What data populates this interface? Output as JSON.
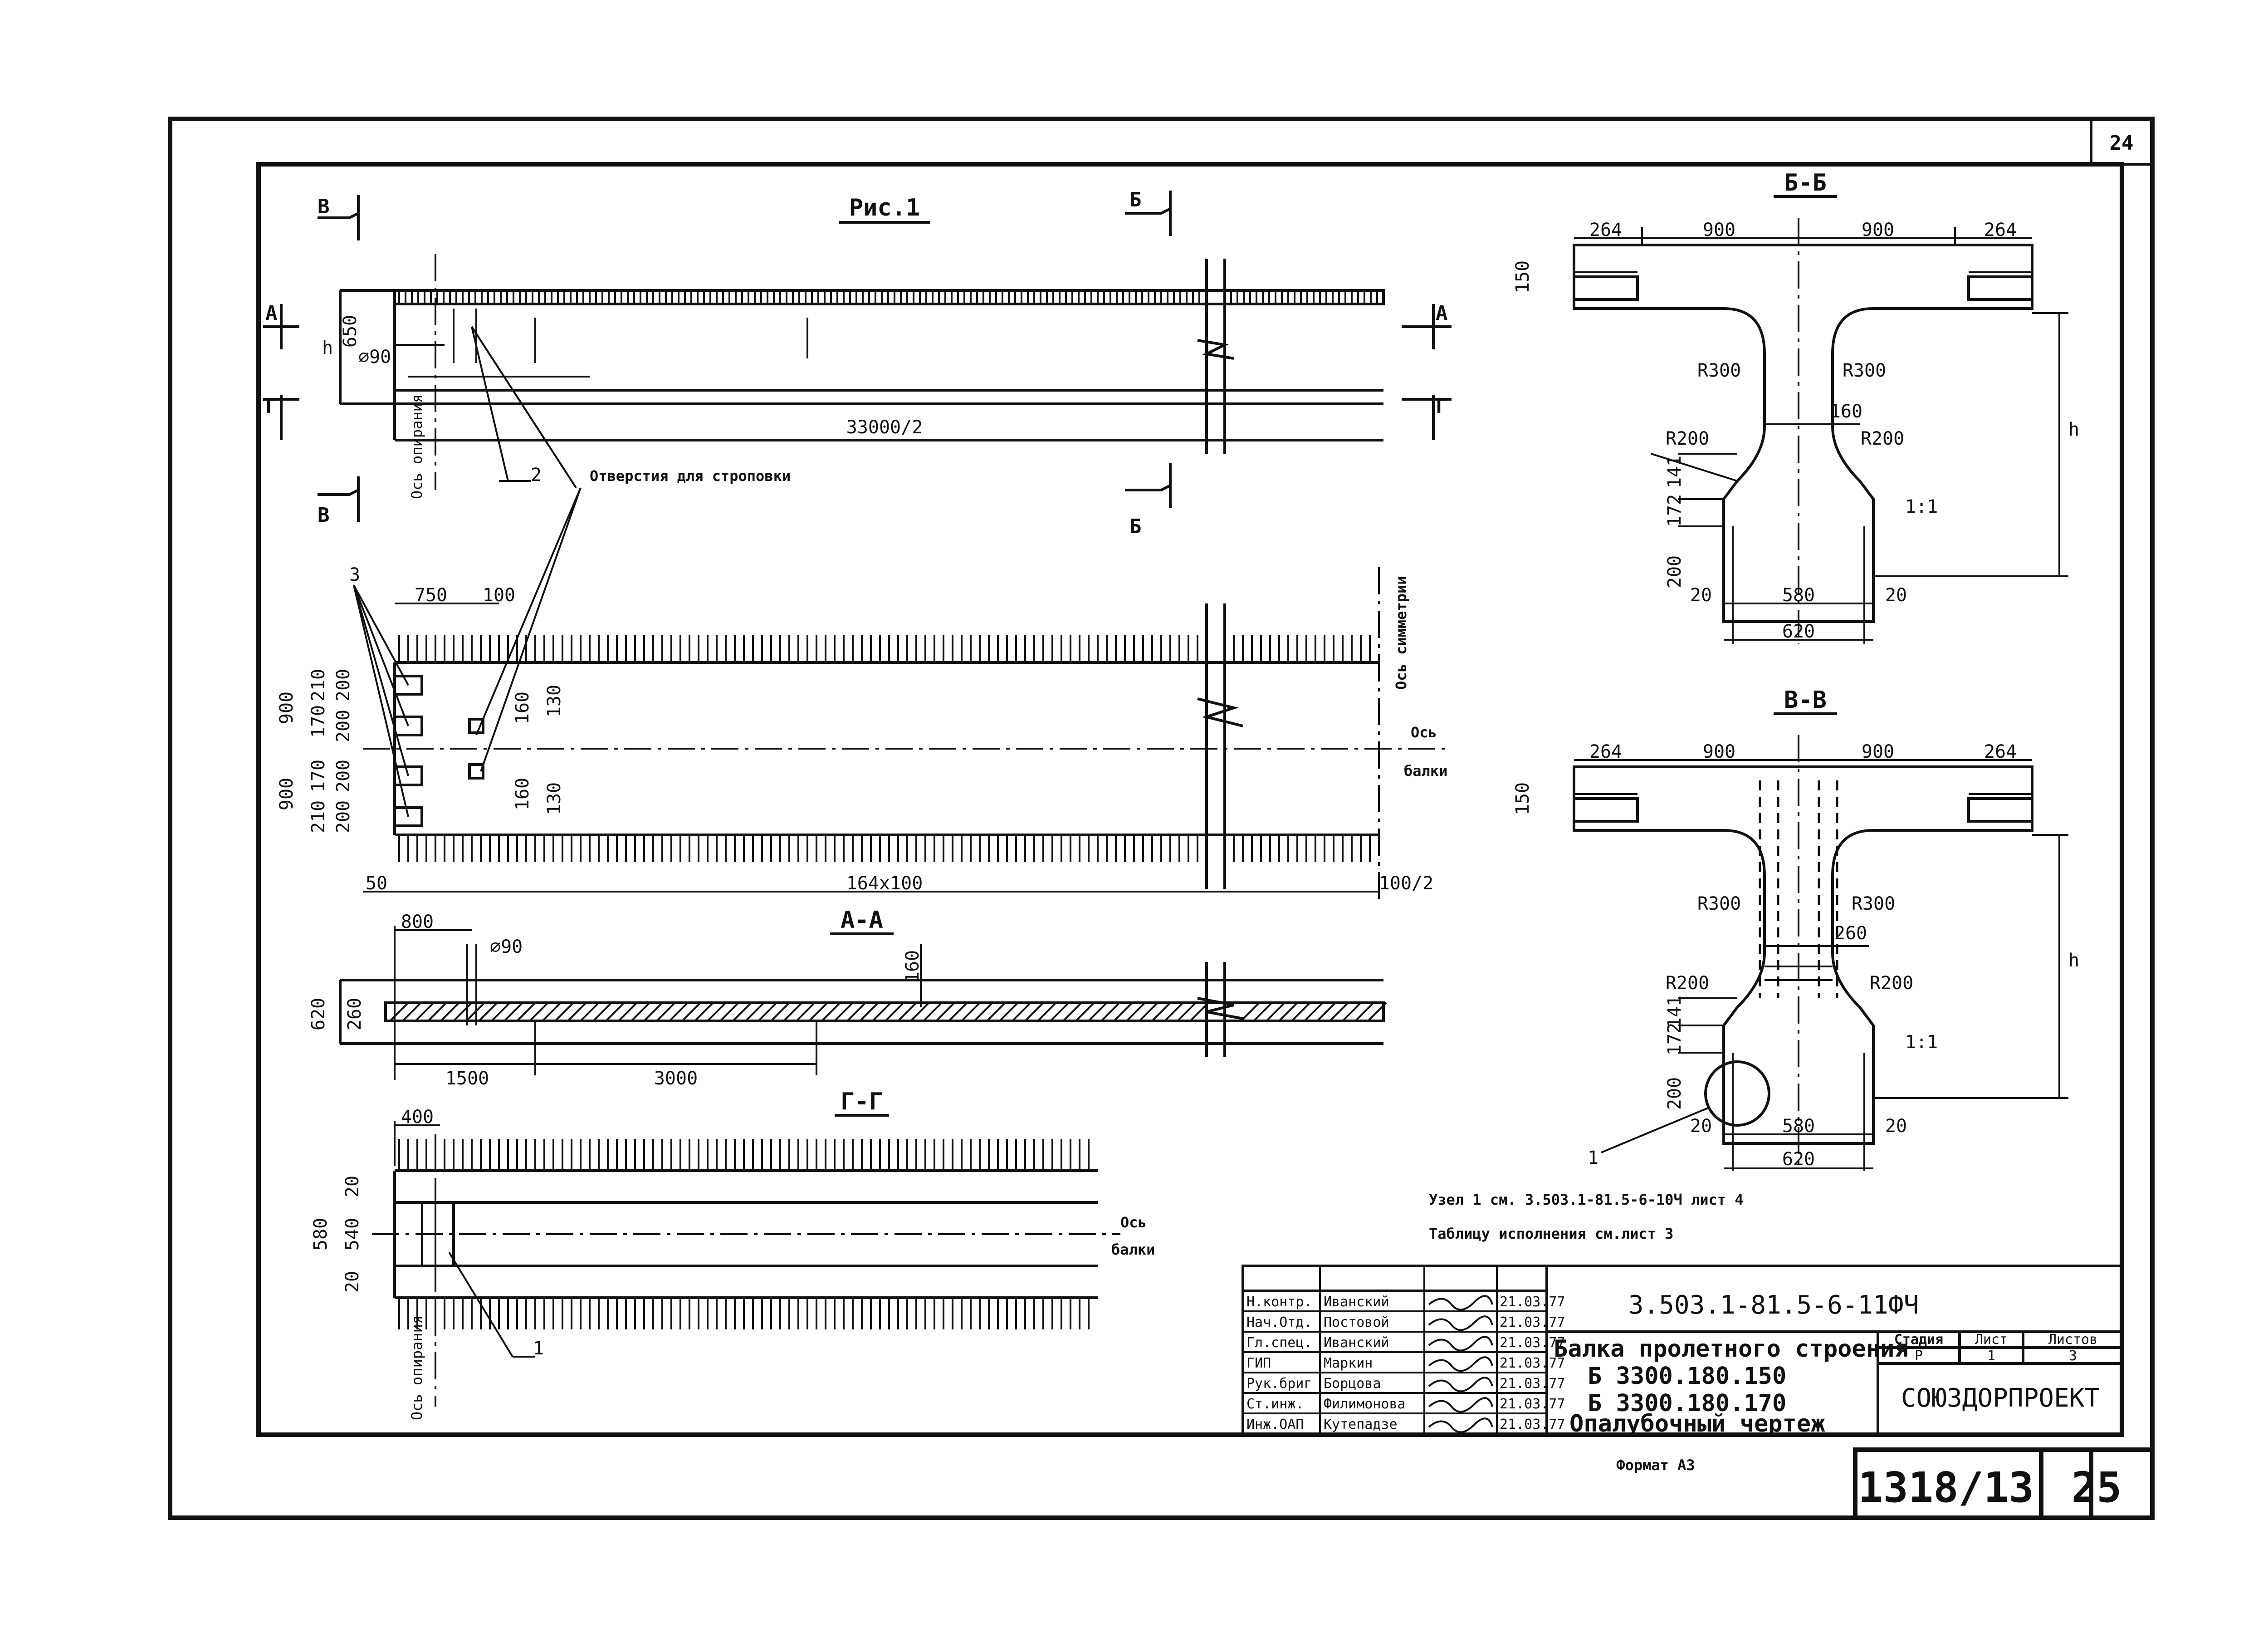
{
  "sheet_top_number": "24",
  "sheet_bottom_number": "25",
  "inventory_number": "1318/13",
  "format": "Формат A3",
  "figure_title": "Рис.1",
  "section_labels": {
    "bb": "Б-Б",
    "vv": "В-В",
    "aa": "А-А",
    "gg": "Г-Г",
    "cut_B": "Б",
    "cut_V": "В",
    "cut_A": "А",
    "cut_G": "Г"
  },
  "annotations": {
    "holes": "Отверстия для строповки",
    "support_axis": "Ось опирания",
    "symmetry_axis": "Ось симметрии",
    "beam_axis_1": "Ось",
    "beam_axis_2": "балки",
    "callout_1": "1",
    "callout_2": "2",
    "callout_3": "3",
    "h": "h",
    "node_note": "Узел 1 см. 3.503.1-81.5-6-10Ч лист 4",
    "table_note": "Таблицу исполнения см.лист 3"
  },
  "dimensions": {
    "elev": {
      "d650": "650",
      "dia90": "⌀90",
      "span": "33000/2"
    },
    "plan": {
      "d750": "750",
      "d100": "100",
      "d900a": "900",
      "d900b": "900",
      "d210a": "210",
      "d200a": "200",
      "d170a": "170",
      "d200b": "200",
      "d170b": "170",
      "d200c": "200",
      "d210b": "210",
      "d200d": "200",
      "d160a": "160",
      "d130a": "130",
      "d160b": "160",
      "d130b": "130",
      "d50": "50",
      "spacing": "164x100",
      "half": "100/2"
    },
    "aa": {
      "d800": "800",
      "dia90": "⌀90",
      "d620": "620",
      "d260": "260",
      "d160": "160",
      "d1500": "1500",
      "d3000": "3000"
    },
    "gg": {
      "d400": "400",
      "d20a": "20",
      "d580": "580",
      "d540": "540",
      "d20b": "20"
    },
    "bb": {
      "d264a": "264",
      "d900a": "900",
      "d900b": "900",
      "d264b": "264",
      "d150": "150",
      "r300a": "R300",
      "r300b": "R300",
      "d160": "160",
      "r200a": "R200",
      "r200b": "R200",
      "d141": "141",
      "d172": "172",
      "d200": "200",
      "d20a": "20",
      "d580": "580",
      "d20b": "20",
      "d620": "620",
      "slope": "1:1"
    },
    "vv": {
      "d264a": "264",
      "d900a": "900",
      "d900b": "900",
      "d264b": "264",
      "d150": "150",
      "r300a": "R300",
      "r300b": "R300",
      "d260": "260",
      "r200a": "R200",
      "r200b": "R200",
      "d141": "141",
      "d172": "172",
      "d200": "200",
      "d20a": "20",
      "d580": "580",
      "d20b": "20",
      "d620": "620",
      "slope": "1:1"
    }
  },
  "title_block": {
    "doc_code": "3.503.1-81.5-6-11ФЧ",
    "title_lines": [
      "Балка пролетного строения",
      "Б 3300.180.150",
      "Б 3300.180.170",
      "Опалубочный чертеж"
    ],
    "stage_header": "Стадия",
    "sheet_header": "Лист",
    "sheets_header": "Листов",
    "stage": "Р",
    "sheet": "1",
    "sheets": "3",
    "org": "СОЮЗДОРПРОЕКТ",
    "rows": [
      {
        "role": "Н.контр.",
        "name": "Иванский",
        "date": "21.03.77"
      },
      {
        "role": "Нач.Отд.",
        "name": "Постовой",
        "date": "21.03.77"
      },
      {
        "role": "Гл.спец.",
        "name": "Иванский",
        "date": "21.03.77"
      },
      {
        "role": "ГИП",
        "name": "Маркин",
        "date": "21.03.77"
      },
      {
        "role": "Рук.бриг",
        "name": "Борцова",
        "date": "21.03.77"
      },
      {
        "role": "Ст.инж.",
        "name": "Филимонова",
        "date": "21.03.77"
      },
      {
        "role": "Инж.ОАП",
        "name": "Кутепадзе",
        "date": "21.03.77"
      }
    ]
  }
}
